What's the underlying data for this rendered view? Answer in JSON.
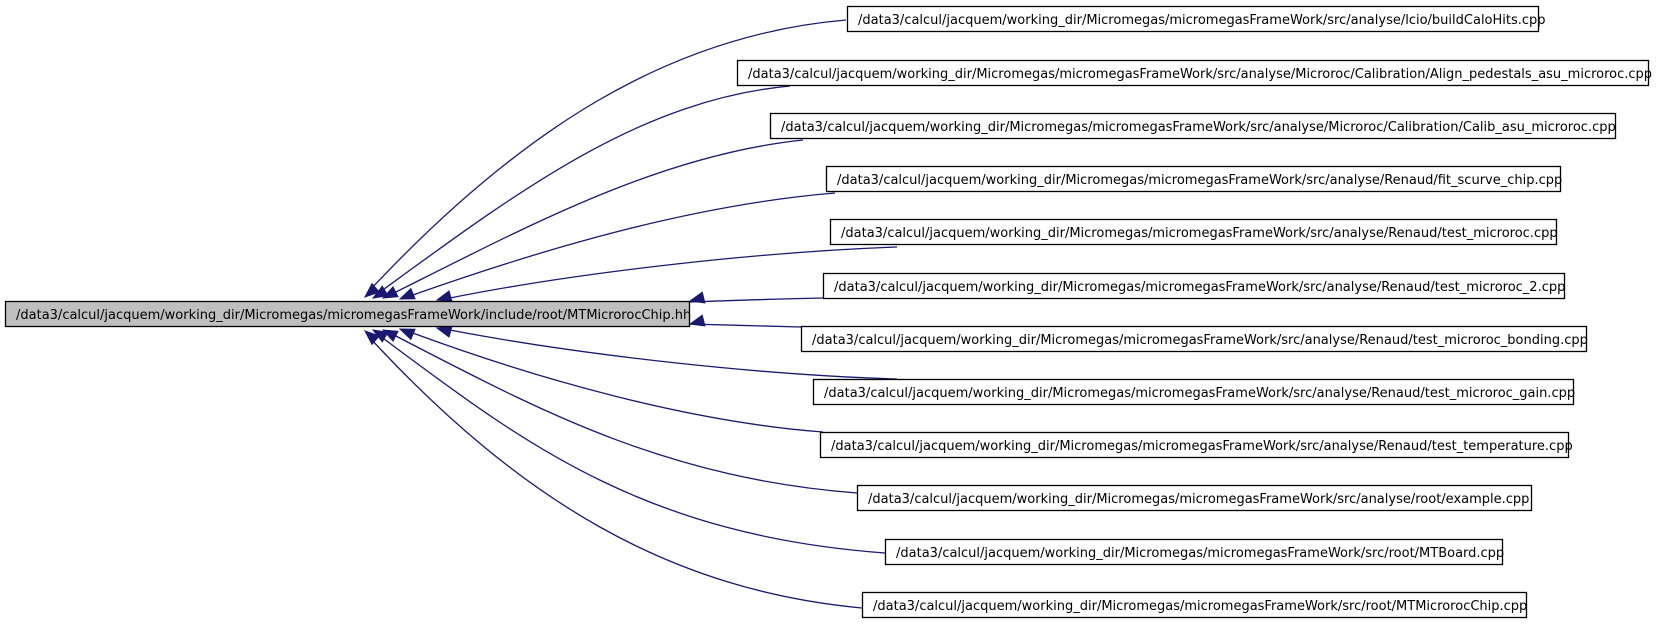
{
  "graph": {
    "root": {
      "label": "/data3/calcul/jacquem/working_dir/Micromegas/micromegasFrameWork/include/root/MTMicrorocChip.hh"
    },
    "includers": [
      {
        "label": "/data3/calcul/jacquem/working_dir/Micromegas/micromegasFrameWork/src/analyse/lcio/buildCaloHits.cpp"
      },
      {
        "label": "/data3/calcul/jacquem/working_dir/Micromegas/micromegasFrameWork/src/analyse/Microroc/Calibration/Align_pedestals_asu_microroc.cpp"
      },
      {
        "label": "/data3/calcul/jacquem/working_dir/Micromegas/micromegasFrameWork/src/analyse/Microroc/Calibration/Calib_asu_microroc.cpp"
      },
      {
        "label": "/data3/calcul/jacquem/working_dir/Micromegas/micromegasFrameWork/src/analyse/Renaud/fit_scurve_chip.cpp"
      },
      {
        "label": "/data3/calcul/jacquem/working_dir/Micromegas/micromegasFrameWork/src/analyse/Renaud/test_microroc.cpp"
      },
      {
        "label": "/data3/calcul/jacquem/working_dir/Micromegas/micromegasFrameWork/src/analyse/Renaud/test_microroc_2.cpp"
      },
      {
        "label": "/data3/calcul/jacquem/working_dir/Micromegas/micromegasFrameWork/src/analyse/Renaud/test_microroc_bonding.cpp"
      },
      {
        "label": "/data3/calcul/jacquem/working_dir/Micromegas/micromegasFrameWork/src/analyse/Renaud/test_microroc_gain.cpp"
      },
      {
        "label": "/data3/calcul/jacquem/working_dir/Micromegas/micromegasFrameWork/src/analyse/Renaud/test_temperature.cpp"
      },
      {
        "label": "/data3/calcul/jacquem/working_dir/Micromegas/micromegasFrameWork/src/analyse/root/example.cpp"
      },
      {
        "label": "/data3/calcul/jacquem/working_dir/Micromegas/micromegasFrameWork/src/root/MTBoard.cpp"
      },
      {
        "label": "/data3/calcul/jacquem/working_dir/Micromegas/micromegasFrameWork/src/root/MTMicrorocChip.cpp"
      }
    ],
    "colors": {
      "edge": "#191970",
      "root_fill": "#bfbfbf",
      "node_fill": "#ffffff",
      "border": "#000000"
    }
  }
}
